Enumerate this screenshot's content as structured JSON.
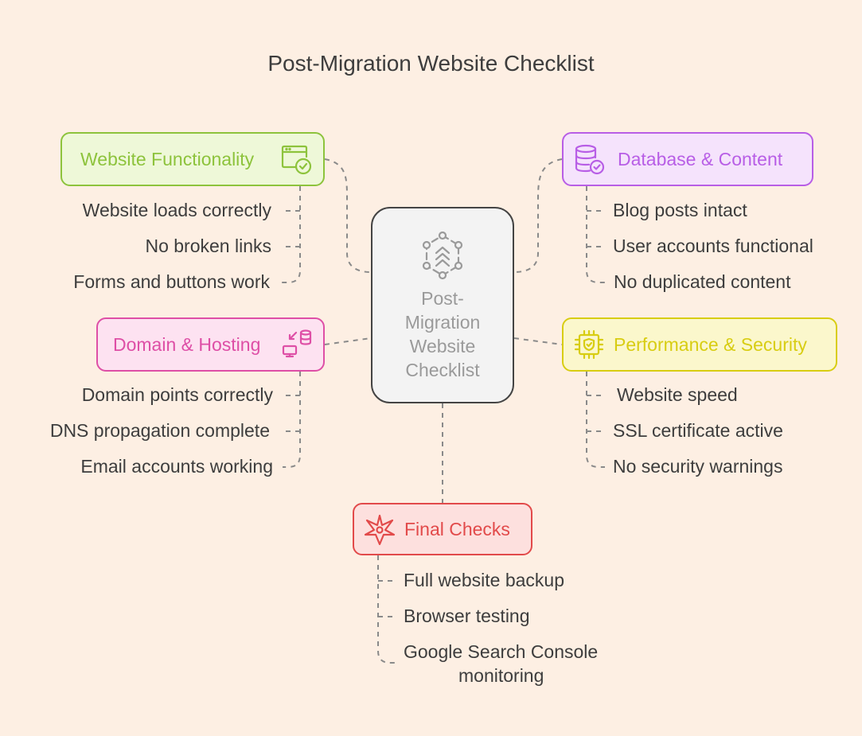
{
  "title": "Post-Migration Website Checklist",
  "center": {
    "label": "Post-\nMigration\nWebsite\nChecklist",
    "icon": "hexagon-network-icon"
  },
  "colors": {
    "functionality": "#8dc33c",
    "database": "#b85ee6",
    "domain": "#de4fa6",
    "performance": "#d8cd12",
    "final": "#e24a4a",
    "connector": "#8a8a8a",
    "text": "#3d3d3d"
  },
  "branches": {
    "functionality": {
      "label": "Website Functionality",
      "icon": "browser-check-icon",
      "items": [
        "Website loads correctly",
        "No broken links",
        "Forms and buttons work"
      ]
    },
    "database": {
      "label": "Database & Content",
      "icon": "database-check-icon",
      "items": [
        "Blog posts intact",
        "User accounts functional",
        "No duplicated content"
      ]
    },
    "domain": {
      "label": "Domain & Hosting",
      "icon": "server-transfer-icon",
      "items": [
        "Domain points correctly",
        "DNS propagation complete",
        "Email accounts working"
      ]
    },
    "performance": {
      "label": "Performance & Security",
      "icon": "secure-chip-icon",
      "items": [
        "Website speed",
        "SSL certificate active",
        "No security warnings"
      ]
    },
    "final": {
      "label": "Final Checks",
      "icon": "compass-star-icon",
      "items": [
        "Full website backup",
        "Browser testing",
        "Google Search Console",
        "monitoring"
      ]
    }
  }
}
